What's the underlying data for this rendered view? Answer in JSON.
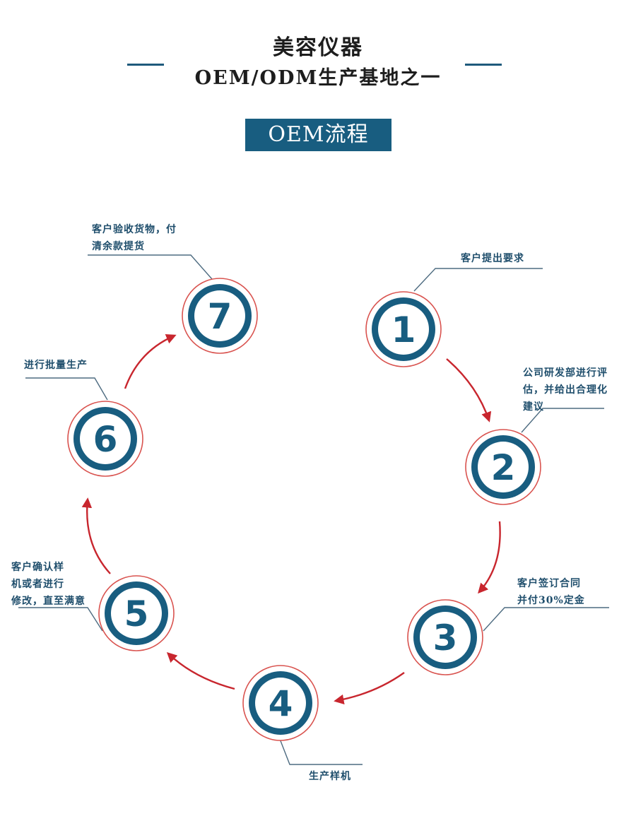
{
  "header": {
    "title": "美容仪器",
    "subtitle": "OEM/ODM生产基地之一"
  },
  "badge": {
    "label": "OEM流程"
  },
  "steps": [
    {
      "number": "1",
      "label": "客户提出要求"
    },
    {
      "number": "2",
      "label": "公司研发部进行评\n估，并给出合理化\n建议"
    },
    {
      "number": "3",
      "label": "客户签订合同\n并付30%定金"
    },
    {
      "number": "4",
      "label": "生产样机"
    },
    {
      "number": "5",
      "label": "客户确认样\n机或者进行\n修改，直至满意"
    },
    {
      "number": "6",
      "label": "进行批量生产"
    },
    {
      "number": "7",
      "label": "客户验收货物，付\n清余款提货"
    }
  ],
  "colors": {
    "primary": "#185d80",
    "arrow": "#c8262e",
    "ring": "#d9534f",
    "leader": "#4d6b80"
  }
}
